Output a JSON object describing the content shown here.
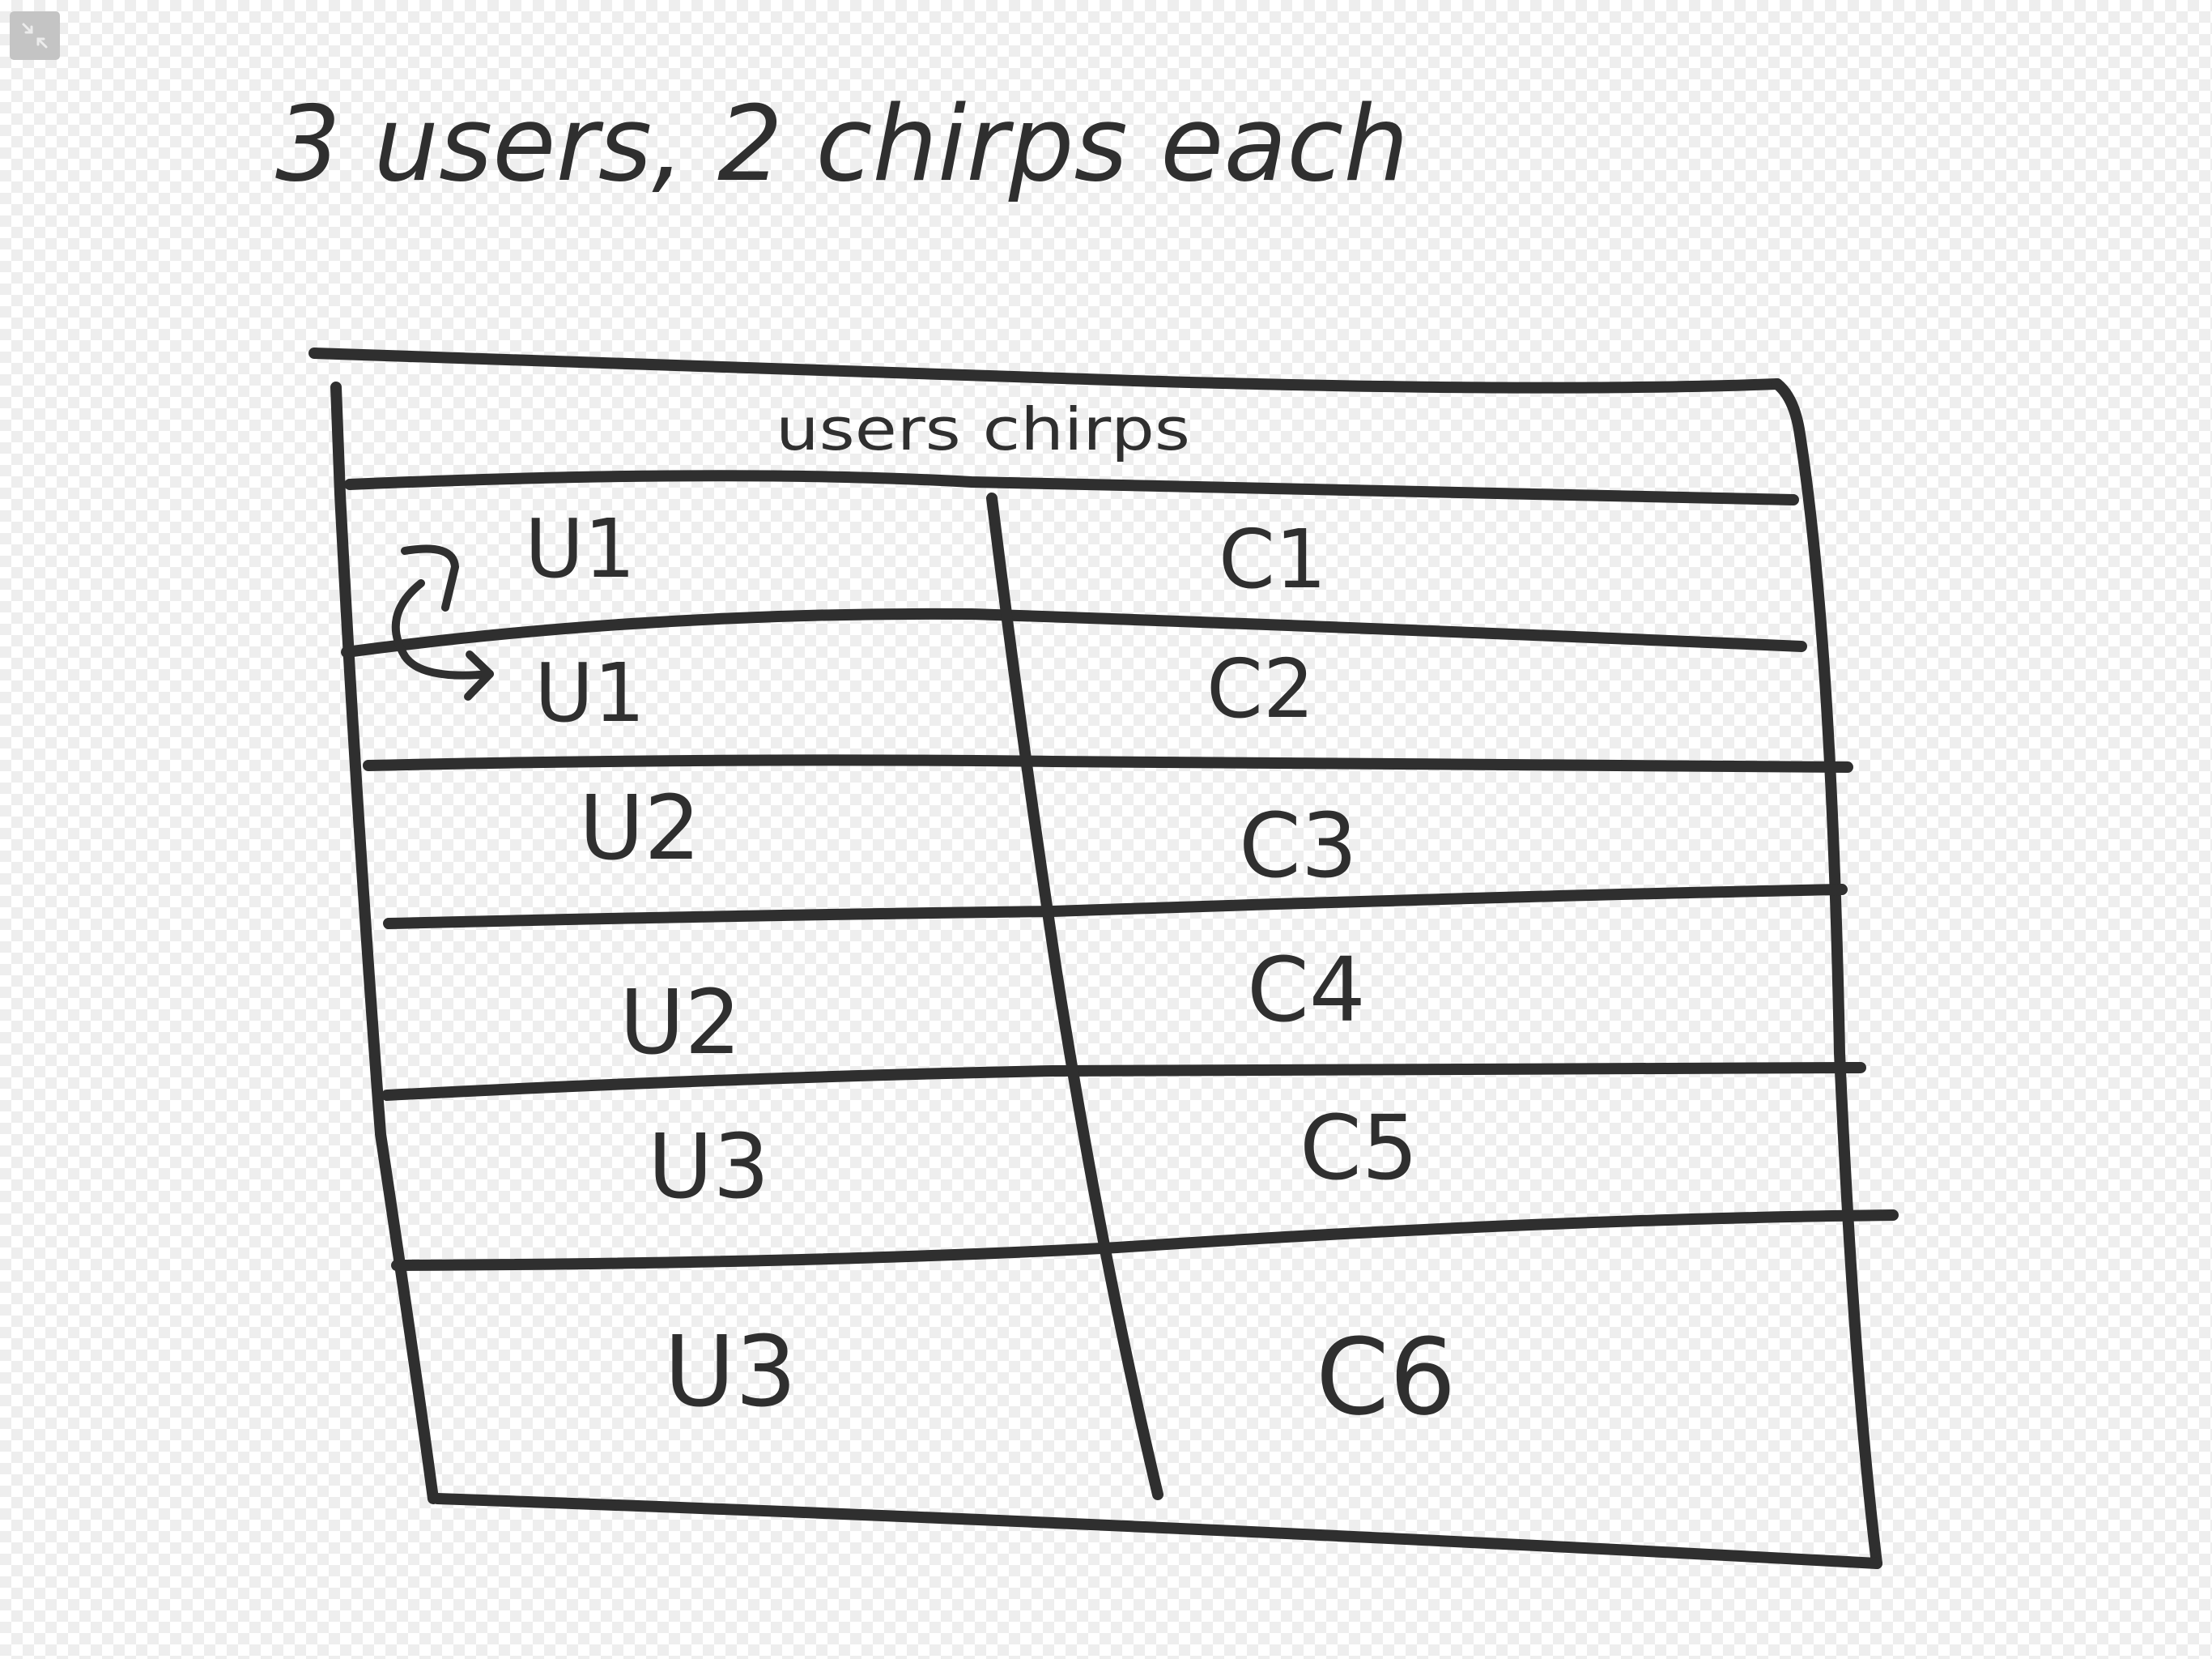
{
  "toolbar": {
    "collapse_icon": "collapse-arrows-icon"
  },
  "note": {
    "title": "3 users, 2 chirps each",
    "table": {
      "header": "users chirps",
      "rows": [
        {
          "user": "U1",
          "chirp": "C1"
        },
        {
          "user": "U1",
          "chirp": "C2"
        },
        {
          "user": "U2",
          "chirp": "C3"
        },
        {
          "user": "U2",
          "chirp": "C4"
        },
        {
          "user": "U3",
          "chirp": "C5"
        },
        {
          "user": "U3",
          "chirp": "C6"
        }
      ]
    }
  },
  "colors": {
    "ink": "#2f2f2f",
    "background": "#ffffff",
    "checker": "#eeeeee",
    "button": "#c4c4c4"
  }
}
